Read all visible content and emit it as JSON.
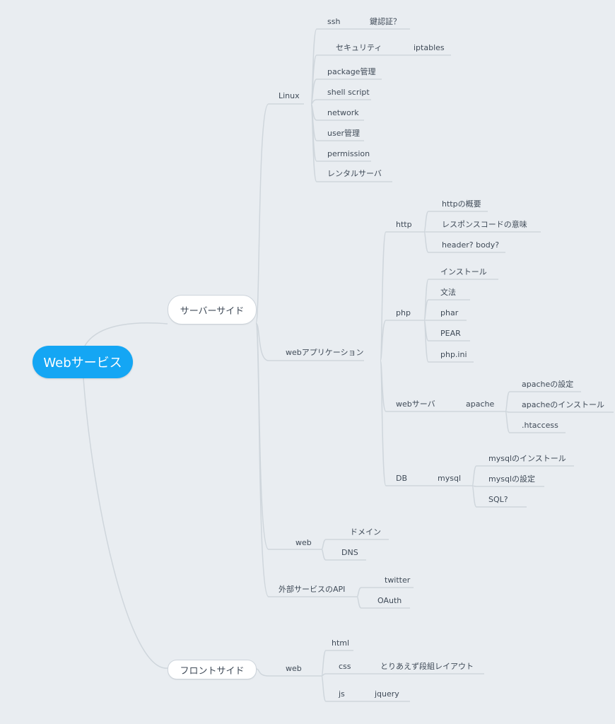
{
  "root": "Webサービス",
  "server_side": "サーバーサイド",
  "front_side": "フロントサイド",
  "linux": {
    "label": "Linux",
    "ssh": "ssh",
    "ssh_child": "鍵認証？",
    "security": "セキュリティ",
    "security_child": "iptables",
    "package": "package管理",
    "shell": "shell script",
    "network": "network",
    "user": "user管理",
    "permission": "permission",
    "rental": "レンタルサーバ"
  },
  "webapp": {
    "label": "webアプリケーション",
    "http": "http",
    "http_children": [
      "httpの概要",
      "レスポンスコードの意味",
      "header? body?"
    ],
    "php": "php",
    "php_children": [
      "インストール",
      "文法",
      "phar",
      "PEAR",
      "php.ini"
    ],
    "webserver": "webサーバ",
    "apache": "apache",
    "apache_children": [
      "apacheの設定",
      "apacheのインストール",
      ".htaccess"
    ],
    "db": "DB",
    "mysql": "mysql",
    "mysql_children": [
      "mysqlのインストール",
      "mysqlの設定",
      "SQL?"
    ]
  },
  "web": {
    "label": "web",
    "domain": "ドメイン",
    "dns": "DNS"
  },
  "external": {
    "label": "外部サービスのAPI",
    "twitter": "twitter",
    "oauth": "OAuth"
  },
  "front": {
    "web": "web",
    "html": "html",
    "css": "css",
    "css_child": "とりあえず段組レイアウト",
    "js": "js",
    "js_child": "jquery"
  }
}
